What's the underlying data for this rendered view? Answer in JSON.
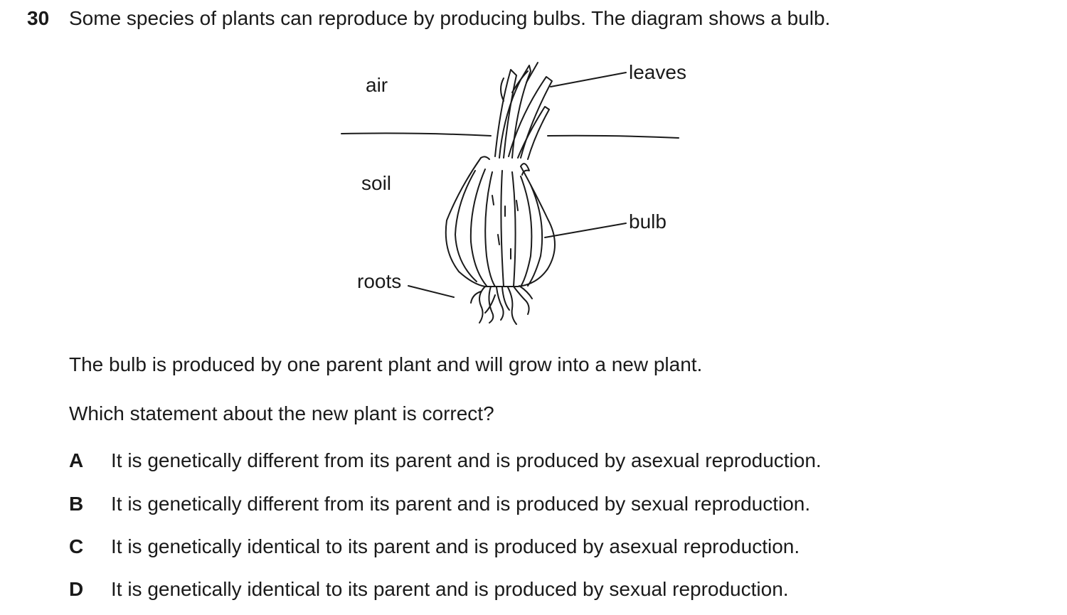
{
  "question": {
    "number": "30",
    "stem": "Some species of plants can reproduce by producing bulbs. The diagram shows a bulb."
  },
  "diagram": {
    "labels": {
      "air": "air",
      "soil": "soil",
      "roots": "roots",
      "leaves": "leaves",
      "bulb": "bulb"
    }
  },
  "context": "The bulb is produced by one parent plant and will grow into a new plant.",
  "prompt": "Which statement about the new plant is correct?",
  "options": [
    {
      "letter": "A",
      "text": "It is genetically different from its parent and is produced by asexual reproduction."
    },
    {
      "letter": "B",
      "text": "It is genetically different from its parent and is produced by sexual reproduction."
    },
    {
      "letter": "C",
      "text": "It is genetically identical to its parent and is produced by asexual reproduction."
    },
    {
      "letter": "D",
      "text": "It is genetically identical to its parent and is produced by sexual reproduction."
    }
  ]
}
